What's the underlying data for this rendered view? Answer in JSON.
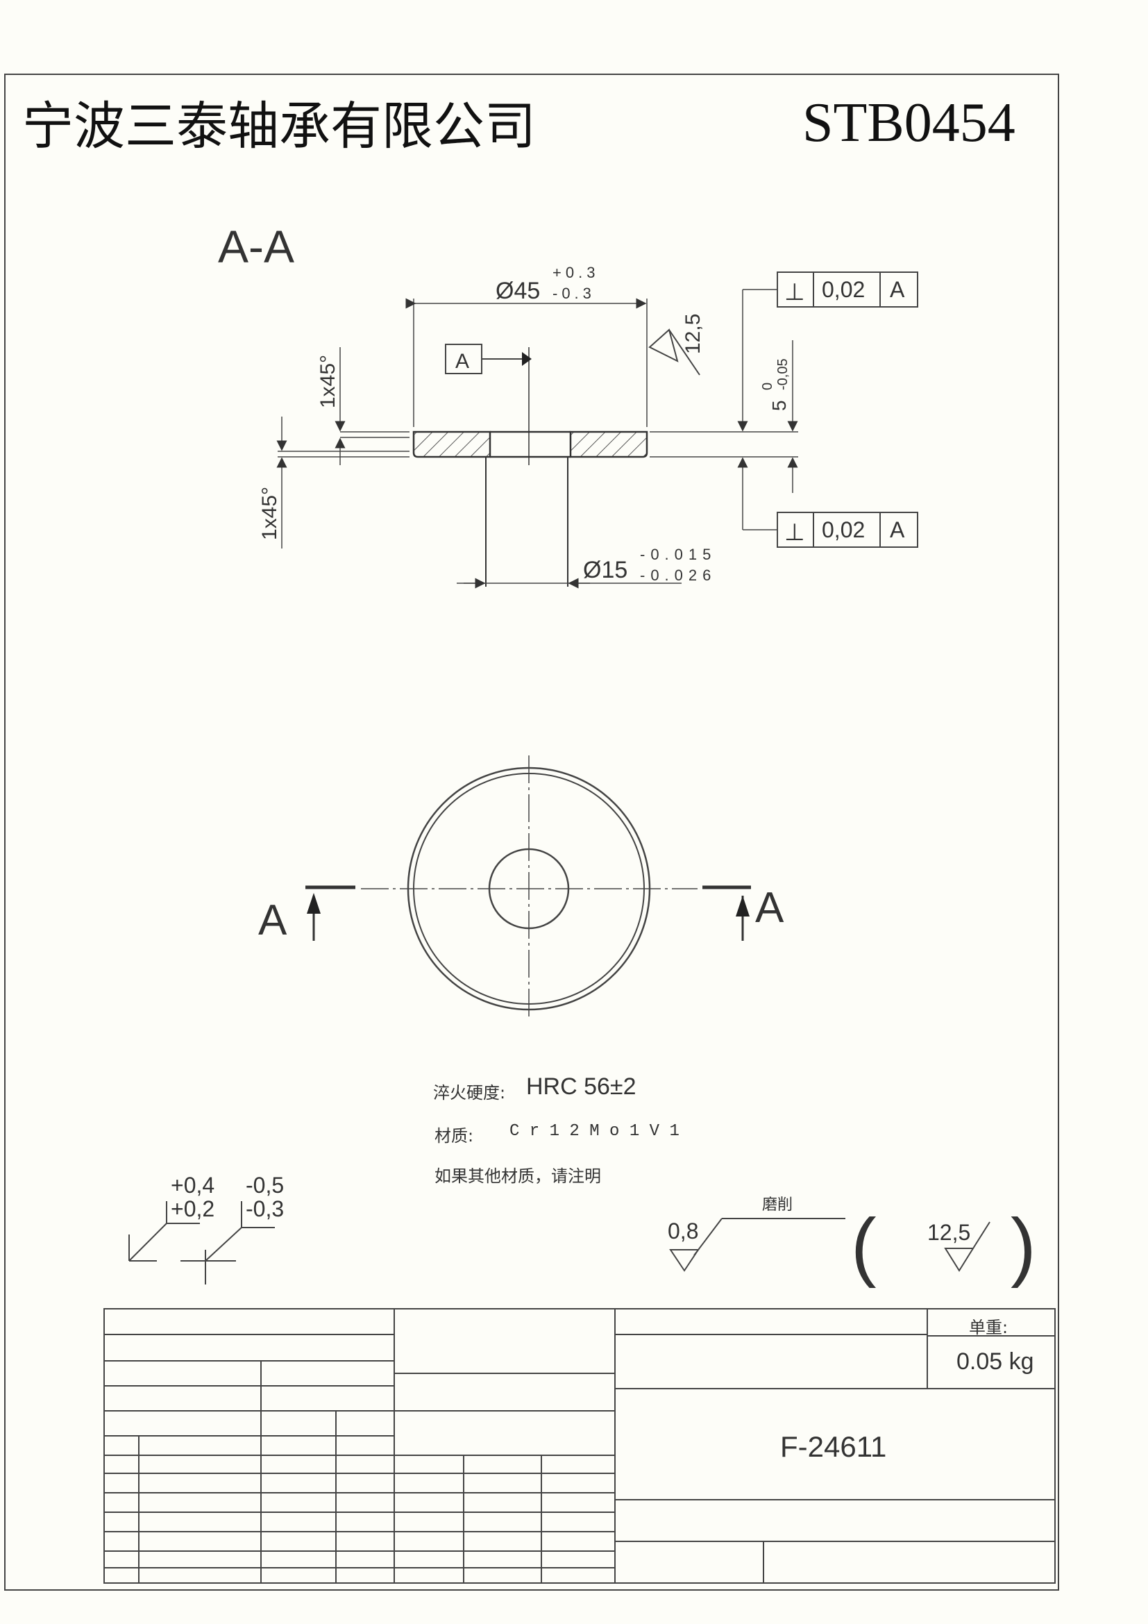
{
  "header": {
    "company": "宁波三泰轴承有限公司",
    "part_code": "STB0454"
  },
  "section_view": {
    "title": "A-A",
    "outer_diameter": "Ø45",
    "outer_tol_upper": "+0.3",
    "outer_tol_lower": "-0.3",
    "bore_diameter": "Ø15",
    "bore_tol_upper": "-0.015",
    "bore_tol_lower": "-0.026",
    "chamfer_top": "1x45°",
    "chamfer_bottom": "1x45°",
    "thickness": "5",
    "thickness_tol_upper": "0",
    "thickness_tol_lower": "-0,05",
    "roughness_top": "12,5",
    "datum_label": "A"
  },
  "gdt_frames": [
    {
      "symbol": "⊥",
      "value": "0,02",
      "datum": "A"
    },
    {
      "symbol": "⊥",
      "value": "0,02",
      "datum": "A"
    }
  ],
  "plan_view": {
    "section_mark_left": "A",
    "section_mark_right": "A"
  },
  "notes": {
    "hardness_label": "淬火硬度:",
    "hardness_value": "HRC 56±2",
    "material_label": "材质:",
    "material_value": "C r 1 2 M o 1 V 1",
    "other_material": "如果其他材质，请注明"
  },
  "tolerance_legend": {
    "plus_upper": "+0,4",
    "plus_lower": "+0,2",
    "minus_upper": "-0,5",
    "minus_lower": "-0,3"
  },
  "roughness_legend": {
    "process": "磨削",
    "ground_value": "0,8",
    "general_value": "12,5"
  },
  "title_block": {
    "unit_weight_label": "单重:",
    "unit_weight_value": "0.05 kg",
    "drawing_number": "F-24611"
  }
}
